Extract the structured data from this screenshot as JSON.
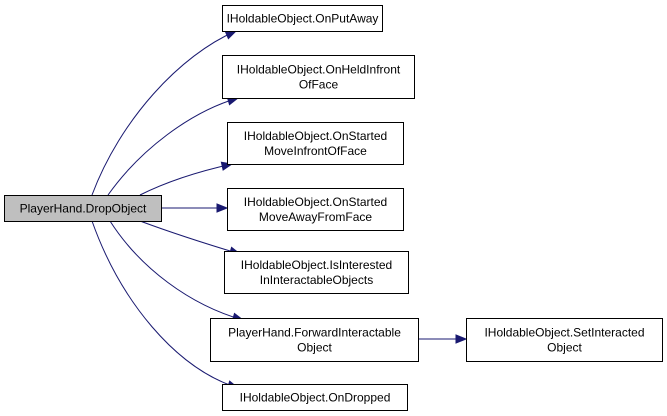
{
  "colors": {
    "node_fill": "#ffffff",
    "root_fill": "#bfbfbf",
    "node_stroke": "#000000",
    "edge": "#191970"
  },
  "nodes": [
    {
      "id": "root",
      "lines": [
        "PlayerHand.DropObject"
      ],
      "root": true
    },
    {
      "id": "onputaway",
      "lines": [
        "IHoldableObject.OnPutAway"
      ]
    },
    {
      "id": "onheld",
      "lines": [
        "IHoldableObject.OnHeldInfront",
        "OfFace"
      ]
    },
    {
      "id": "onstartedmovein",
      "lines": [
        "IHoldableObject.OnStarted",
        "MoveInfrontOfFace"
      ]
    },
    {
      "id": "onstartedmoveaway",
      "lines": [
        "IHoldableObject.OnStarted",
        "MoveAwayFromFace"
      ]
    },
    {
      "id": "isinterested",
      "lines": [
        "IHoldableObject.IsInterested",
        "InInteractableObjects"
      ]
    },
    {
      "id": "forward",
      "lines": [
        "PlayerHand.ForwardInteractable",
        "Object"
      ]
    },
    {
      "id": "setinteracted",
      "lines": [
        "IHoldableObject.SetInteracted",
        "Object"
      ]
    },
    {
      "id": "ondropped",
      "lines": [
        "IHoldableObject.OnDropped"
      ]
    }
  ],
  "edges": [
    {
      "from": "root",
      "to": "onputaway"
    },
    {
      "from": "root",
      "to": "onheld"
    },
    {
      "from": "root",
      "to": "onstartedmovein"
    },
    {
      "from": "root",
      "to": "onstartedmoveaway"
    },
    {
      "from": "root",
      "to": "isinterested"
    },
    {
      "from": "root",
      "to": "forward"
    },
    {
      "from": "root",
      "to": "ondropped"
    },
    {
      "from": "forward",
      "to": "setinteracted"
    }
  ]
}
